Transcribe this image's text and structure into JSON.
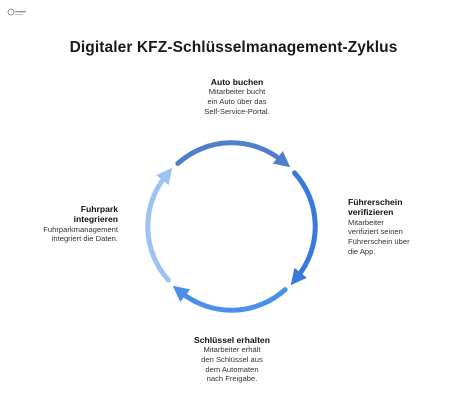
{
  "title": "Digitaler KFZ-Schlüsselmanagement-Zyklus",
  "steps": [
    {
      "heading": "Auto buchen",
      "description": "Mitarbeiter bucht\nein Auto über das\nSelf-Service-Portal.",
      "color": "#4f7fcb"
    },
    {
      "heading": "Führerschein\nverifizieren",
      "description": "Mitarbeiter\nverifiziert seinen\nFührerschein über\ndie App.",
      "color": "#3a78db"
    },
    {
      "heading": "Schlüssel erhalten",
      "description": "Mitarbeiter erhält\nden Schlüssel aus\ndem Automaten\nnach Freigabe.",
      "color": "#4c8fe8"
    },
    {
      "heading": "Fuhrpark\nintegrieren",
      "description": "Fuhrparkmanagement\nintegriert die Daten.",
      "color": "#9ec2f2"
    }
  ]
}
